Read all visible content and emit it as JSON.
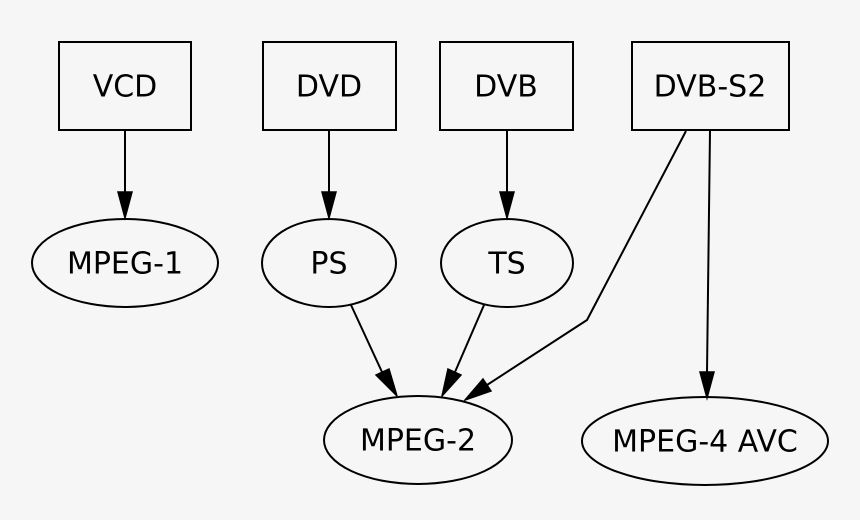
{
  "nodes": {
    "vcd": "VCD",
    "dvd": "DVD",
    "dvb": "DVB",
    "dvbs2": "DVB-S2",
    "mpeg1": "MPEG-1",
    "ps": "PS",
    "ts": "TS",
    "mpeg2": "MPEG-2",
    "mpeg4avc": "MPEG-4 AVC"
  },
  "edges": [
    [
      "VCD",
      "MPEG-1"
    ],
    [
      "DVD",
      "PS"
    ],
    [
      "DVB",
      "TS"
    ],
    [
      "PS",
      "MPEG-2"
    ],
    [
      "TS",
      "MPEG-2"
    ],
    [
      "DVB-S2",
      "MPEG-2"
    ],
    [
      "DVB-S2",
      "MPEG-4 AVC"
    ]
  ]
}
